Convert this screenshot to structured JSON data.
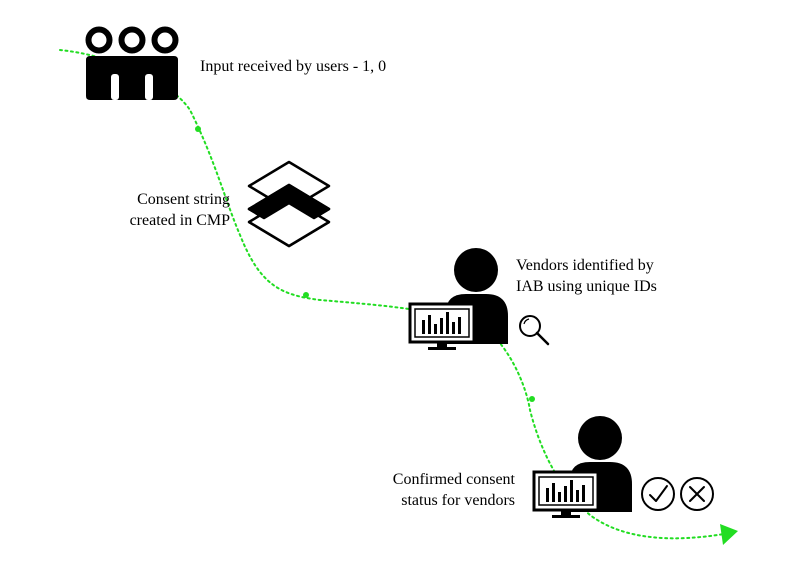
{
  "steps": {
    "input": {
      "line1": "Input received by users - 1, 0",
      "icon": "users-group-icon"
    },
    "consent": {
      "line1": "Consent string",
      "line2": "created in CMP",
      "icon": "layers-icon"
    },
    "vendors": {
      "line1": "Vendors identified by",
      "line2": "IAB using unique IDs",
      "icon": "vendor-search-icon"
    },
    "confirmed": {
      "line1": "Confirmed consent",
      "line2": "status for vendors",
      "icon": "vendor-approval-icon"
    }
  },
  "colors": {
    "flow_line": "#22dd22",
    "icon": "#000000",
    "background": "#ffffff"
  }
}
